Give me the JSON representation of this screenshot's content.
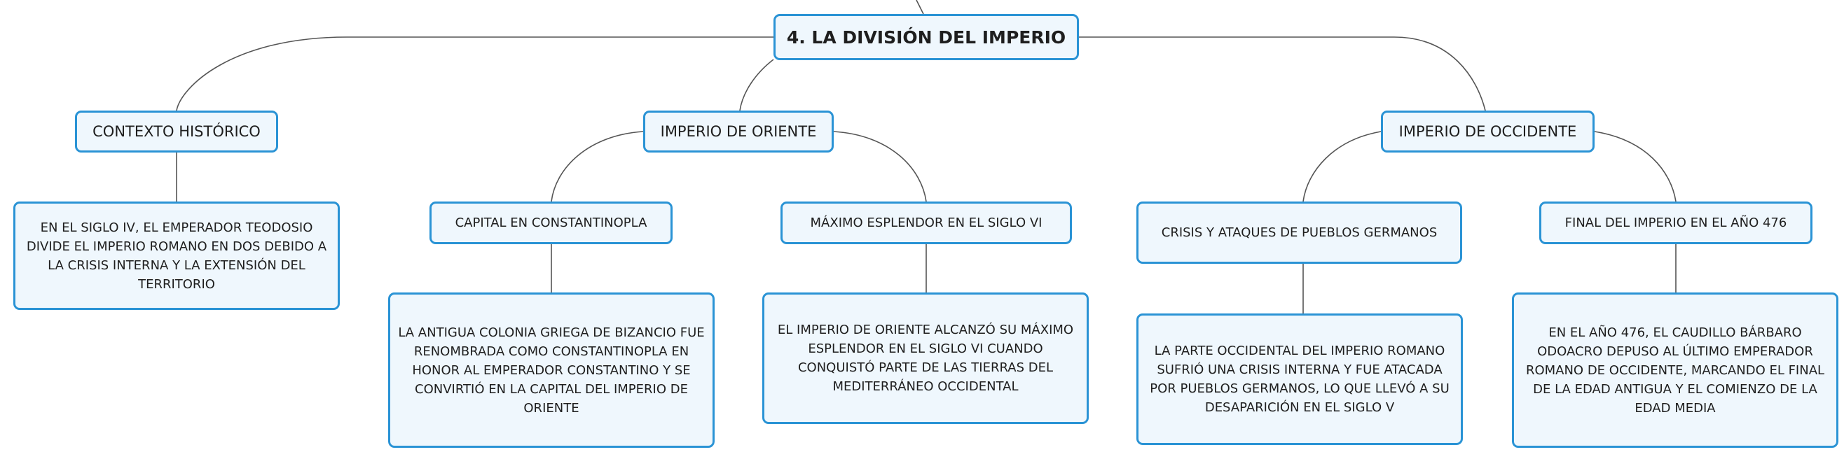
{
  "root": {
    "label": "4. LA DIVISIÓN DEL IMPERIO"
  },
  "contexto": {
    "label": "CONTEXTO HISTÓRICO",
    "detail": "EN EL SIGLO IV, EL EMPERADOR TEODOSIO DIVIDE EL IMPERIO ROMANO EN DOS DEBIDO A LA CRISIS INTERNA Y LA EXTENSIÓN DEL TERRITORIO"
  },
  "oriente": {
    "label": "IMPERIO DE ORIENTE",
    "capital": {
      "label": "CAPITAL EN CONSTANTINOPLA",
      "detail": "LA ANTIGUA COLONIA GRIEGA DE BIZANCIO FUE RENOMBRADA COMO CONSTANTINOPLA EN HONOR AL EMPERADOR CONSTANTINO Y SE CONVIRTIÓ EN LA CAPITAL DEL IMPERIO DE ORIENTE"
    },
    "esplendor": {
      "label": "MÁXIMO ESPLENDOR EN EL SIGLO VI",
      "detail": "EL IMPERIO DE ORIENTE ALCANZÓ SU MÁXIMO ESPLENDOR EN EL SIGLO VI CUANDO CONQUISTÓ PARTE DE LAS TIERRAS DEL MEDITERRÁNEO OCCIDENTAL"
    }
  },
  "occidente": {
    "label": "IMPERIO DE OCCIDENTE",
    "crisis": {
      "label": "CRISIS Y ATAQUES DE PUEBLOS GERMANOS",
      "detail": "LA PARTE OCCIDENTAL DEL IMPERIO ROMANO SUFRIÓ UNA CRISIS INTERNA Y FUE ATACADA POR PUEBLOS GERMANOS, LO QUE LLEVÓ A SU DESAPARICIÓN EN EL SIGLO V"
    },
    "final": {
      "label": "FINAL DEL IMPERIO EN EL AÑO 476",
      "detail": "EN EL AÑO 476, EL CAUDILLO BÁRBARO ODOACRO DEPUSO AL ÚLTIMO EMPERADOR ROMANO DE OCCIDENTE, MARCANDO EL FINAL DE LA EDAD ANTIGUA Y EL COMIENZO DE LA EDAD MEDIA"
    }
  },
  "colors": {
    "border": "#2a93d5",
    "fill": "#eff7fd",
    "line": "#555555",
    "text": "#1e1e1e"
  }
}
